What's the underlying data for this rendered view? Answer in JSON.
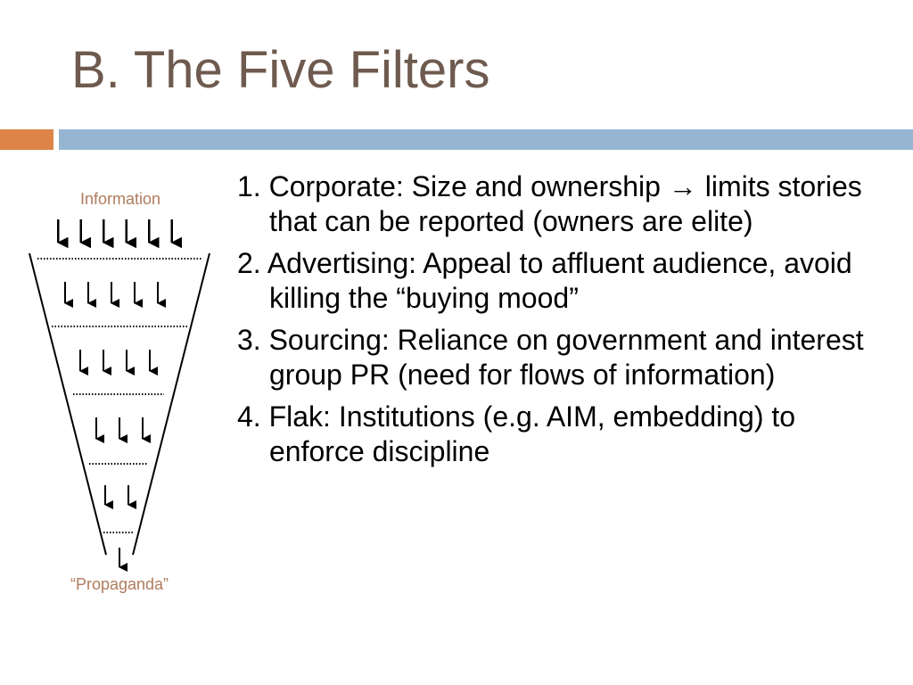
{
  "slide": {
    "title": "B. The Five Filters"
  },
  "funnel": {
    "top_label": "Information",
    "bottom_label": "“Propaganda”",
    "rows": [
      {
        "arrows": 6
      },
      {
        "arrows": 5
      },
      {
        "arrows": 4
      },
      {
        "arrows": 3
      },
      {
        "arrows": 2
      },
      {
        "arrows": 1
      }
    ]
  },
  "filters": [
    {
      "text": "1. Corporate: Size and ownership → limits stories that can be reported (owners are elite)"
    },
    {
      "text": "2. Advertising: Appeal to affluent audience, avoid killing the “buying mood”"
    },
    {
      "text": "3. Sourcing: Reliance on government and interest group PR (need for flows of information)"
    },
    {
      "text": "4. Flak: Institutions (e.g. AIM, embedding) to enforce discipline"
    }
  ],
  "colors": {
    "title": "#6e5a4e",
    "accent_orange": "#dd8449",
    "accent_blue": "#96b5d2",
    "funnel_label": "#b07c5d"
  }
}
